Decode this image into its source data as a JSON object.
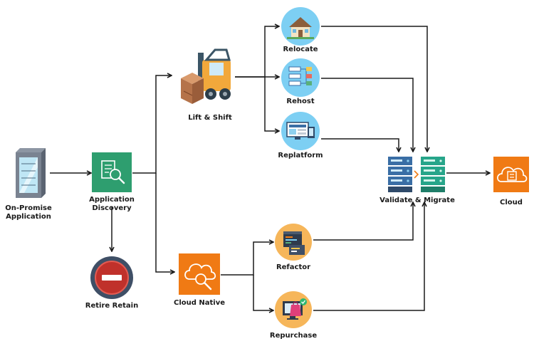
{
  "nodes": {
    "on_premise": {
      "label_line1": "On-Promise",
      "label_line2": "Application",
      "icon": "server-rack-icon"
    },
    "discovery": {
      "label_line1": "Application",
      "label_line2": "Discovery",
      "icon": "magnifier-document-icon"
    },
    "retire": {
      "label": "Retire Retain",
      "icon": "no-entry-icon"
    },
    "lift_shift": {
      "label": "Lift & Shift",
      "icon": "forklift-icon"
    },
    "cloud_native": {
      "label": "Cloud Native",
      "icon": "cloud-search-icon"
    },
    "relocate": {
      "label": "Relocate",
      "icon": "house-icon"
    },
    "rehost": {
      "label": "Rehost",
      "icon": "server-tree-icon"
    },
    "replatform": {
      "label": "Replatform",
      "icon": "monitor-icon"
    },
    "refactor": {
      "label": "Refactor",
      "icon": "code-window-icon"
    },
    "repurchase": {
      "label": "Repurchase",
      "icon": "shopping-bag-icon"
    },
    "validate": {
      "label": "Validate & Migrate",
      "icon": "server-pair-icon"
    },
    "cloud": {
      "label": "Cloud",
      "icon": "cloud-server-icon"
    }
  },
  "colors": {
    "aws_green": "#2e9e6f",
    "aws_orange": "#f07a14",
    "circle_blue": "#7dcff3",
    "circle_orange": "#f6b65a",
    "retire_dark": "#3f4f66",
    "retire_red": "#c0312b",
    "arrow": "#1a1a1a"
  }
}
